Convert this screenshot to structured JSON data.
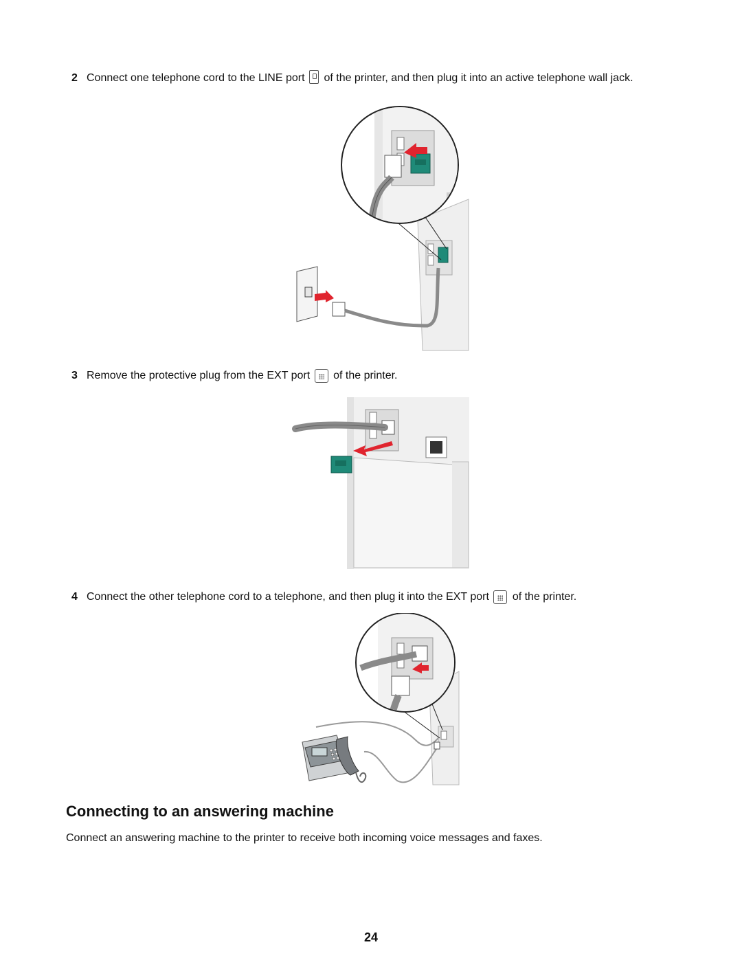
{
  "steps": [
    {
      "num": "2",
      "before": "Connect one telephone cord to the LINE port",
      "after": "of the printer, and then plug it into an active telephone wall jack.",
      "icon": "line-port-icon"
    },
    {
      "num": "3",
      "before": "Remove the protective plug from the EXT port",
      "after": "of the printer.",
      "icon": "ext-port-icon"
    },
    {
      "num": "4",
      "before": "Connect the other telephone cord to a telephone, and then plug it into the EXT port",
      "after": "of the printer.",
      "icon": "ext-port-icon"
    }
  ],
  "section": {
    "title": "Connecting to an answering machine",
    "body": "Connect an answering machine to the printer to receive both incoming voice messages and faxes."
  },
  "page_number": "24",
  "colors": {
    "plug_green": "#1f8a78",
    "arrow_red": "#e0242e",
    "cord_gray": "#8a8a8a",
    "printer_body": "#ececec"
  }
}
